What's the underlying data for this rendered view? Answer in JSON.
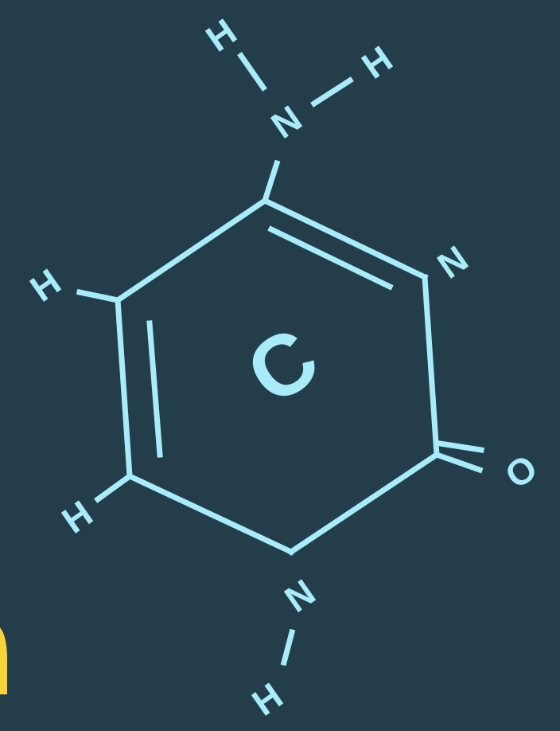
{
  "diagram": {
    "center_label": "C",
    "atoms": {
      "n_amino": "N",
      "h_amino_top": "H",
      "h_amino_right": "H",
      "n_ring_right": "N",
      "h_left_upper": "H",
      "h_left_lower": "H",
      "o_carbonyl": "O",
      "n_ring_bottom": "N",
      "h_bottom": "H"
    }
  },
  "colors": {
    "background": "#243d4b",
    "structure": "#a9ecf9",
    "accent_yellow": "#f6d43a"
  }
}
